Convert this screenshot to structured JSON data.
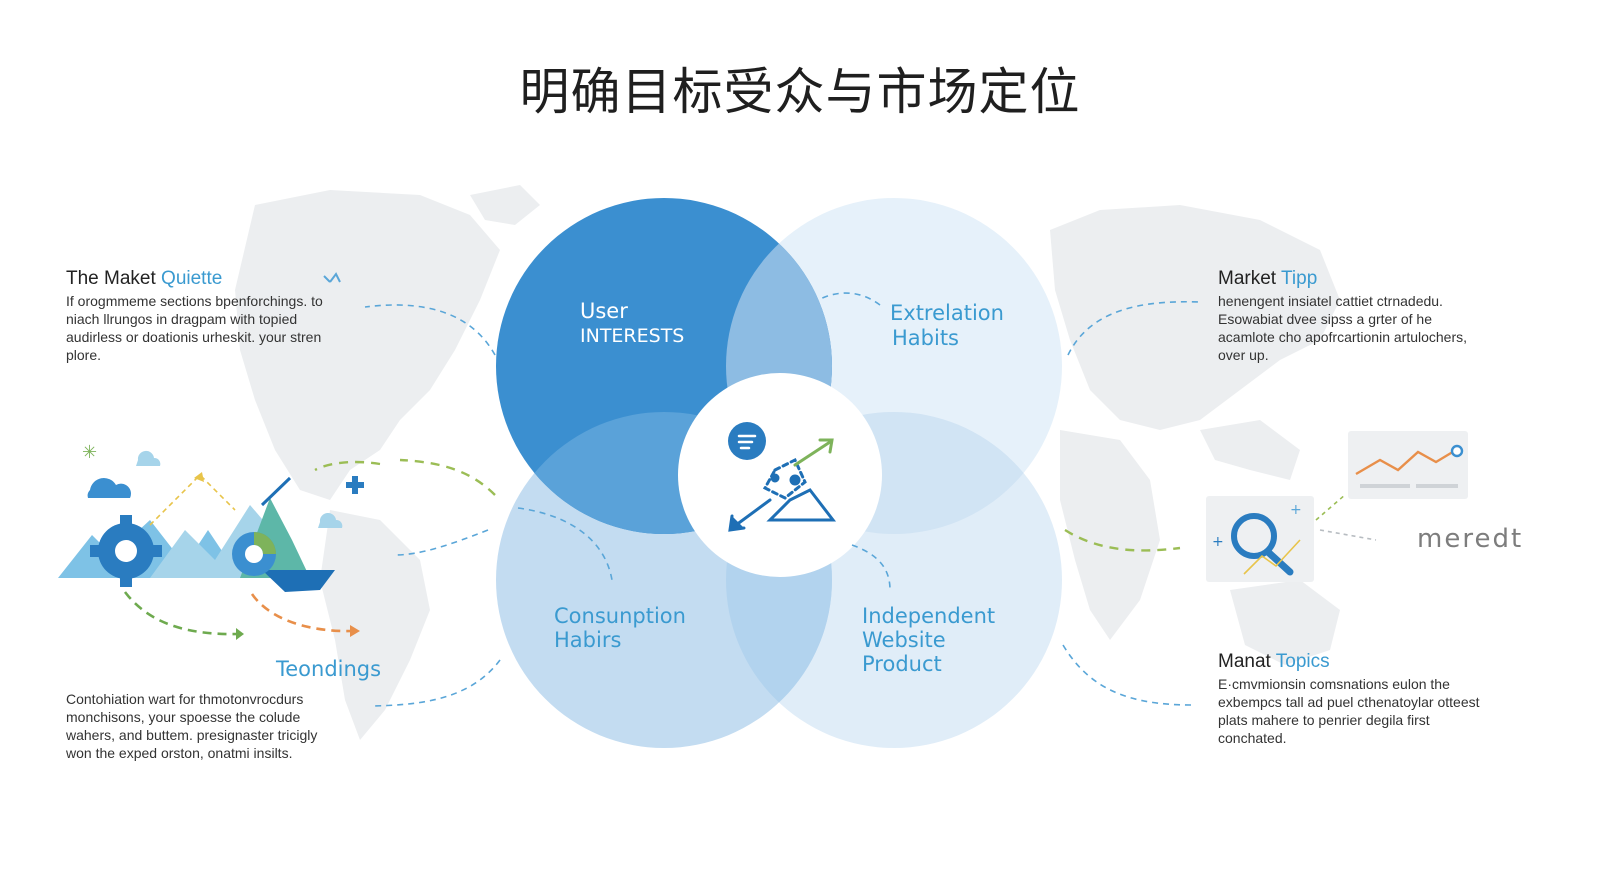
{
  "title": "明确目标受众与市场定位",
  "colors": {
    "primary": "#3b8fd0",
    "light": "#e6f1fa",
    "medium": "#b9d7ef",
    "accent_text": "#3a9ad0",
    "green": "#7eb35b",
    "orange": "#e88f4a",
    "map": "#eceef0"
  },
  "venn": {
    "user_interests": {
      "line1": "User",
      "line2": "INTERESTS"
    },
    "extrelation_habits": {
      "line1": "Extrelation",
      "line2": "Habits"
    },
    "consumption_habits": {
      "line1": "Consunption",
      "line2": "Habirs"
    },
    "independent_website_product": {
      "line1": "Independent",
      "line2": "Website",
      "line3": "Product"
    },
    "center_icon": "analytics-network-icon"
  },
  "left_top": {
    "heading_plain": "The Maket",
    "heading_accent": "Quiette",
    "body": "If orogmmeme sections bpenforchings. to niach llrungos in dragpam with topied audirless or doationis urheskit. your stren plore."
  },
  "left_bottom": {
    "label": "Teondings",
    "body": "Contohiation wart for thmotonvrocdurs monchisons, your spoesse the colude wahers, and buttem. presignaster tricigly won the exped orston, onatmi insilts."
  },
  "right_top": {
    "heading_plain": "Market",
    "heading_accent": "Tipp",
    "body": "henengent insiatel cattiet ctrnadedu. Esowabiat dvee sipss a grter of he acamlote cho apofrcartionin artulochers, over up."
  },
  "right_middle": {
    "label": "meredt"
  },
  "right_bottom": {
    "heading_plain": "Manat",
    "heading_accent": "Topics",
    "body": "E·cmvmionsin comsnations eulon the exbempcs tall ad puel cthenatoylar otteest plats mahere to penrier degila first conchated."
  },
  "icons": {
    "left_illustration": "gears-mountains-illustration",
    "right_chart": "line-chart-icon",
    "right_search": "magnifier-icon"
  }
}
